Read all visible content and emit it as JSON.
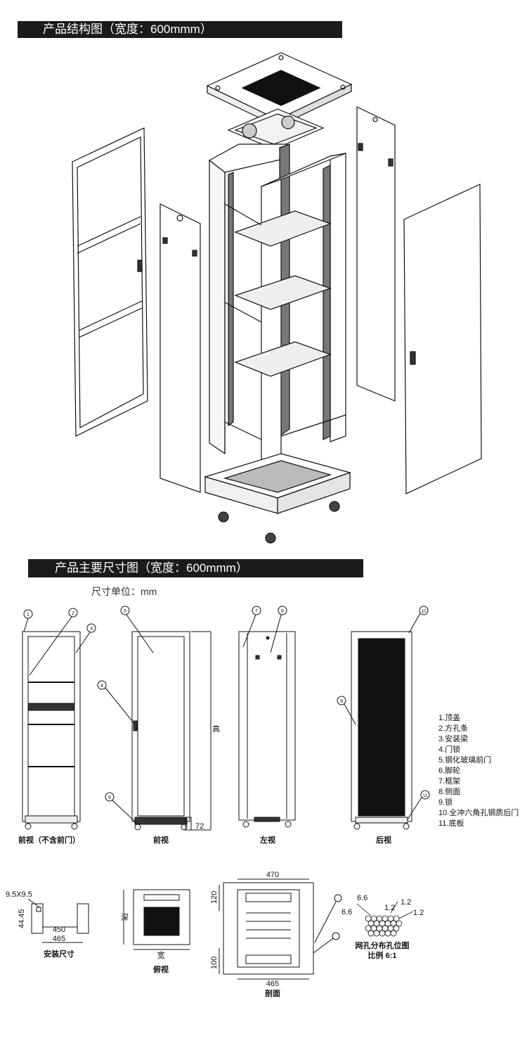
{
  "sections": {
    "structure_title": "产品结构图（宽度：600mmm）",
    "dimension_title": "产品主要尺寸图（宽度：600mmm）",
    "unit_note": "尺寸单位：mm"
  },
  "views": {
    "front_no_door": "前视（不含前门）",
    "front": "前视",
    "left": "左视",
    "rear": "后视",
    "mount_size": "安装尺寸",
    "top_view": "俯视",
    "section": "剖面",
    "hole_pattern": "网孔分布孔位图",
    "hole_scale": "比例 6:1"
  },
  "callouts": [
    "1",
    "2",
    "3",
    "4",
    "5",
    "6",
    "7",
    "8",
    "9",
    "10",
    "11"
  ],
  "dimensions": {
    "height": "高",
    "foot": "72",
    "mount_hole": "9.5X9.5",
    "mount_v": "44.45",
    "mount_450": "450",
    "mount_465": "465",
    "depth": "深",
    "width": "宽",
    "sec_470": "470",
    "sec_465": "465",
    "sec_120": "120",
    "sec_100": "100",
    "hole_6_6a": "6.6",
    "hole_6_6b": "6.6",
    "hole_1_2a": "1.2",
    "hole_1_2b": "1.2",
    "hole_1_2c": "1.2"
  },
  "legend": [
    "1.顶盖",
    "2.方孔条",
    "3.安装梁",
    "4.门锁",
    "5.钢化玻璃前门",
    "6.脚轮",
    "7.框架",
    "8.侧面",
    "9.锁",
    "10.全冲六角孔钢质后门",
    "11.底板"
  ]
}
